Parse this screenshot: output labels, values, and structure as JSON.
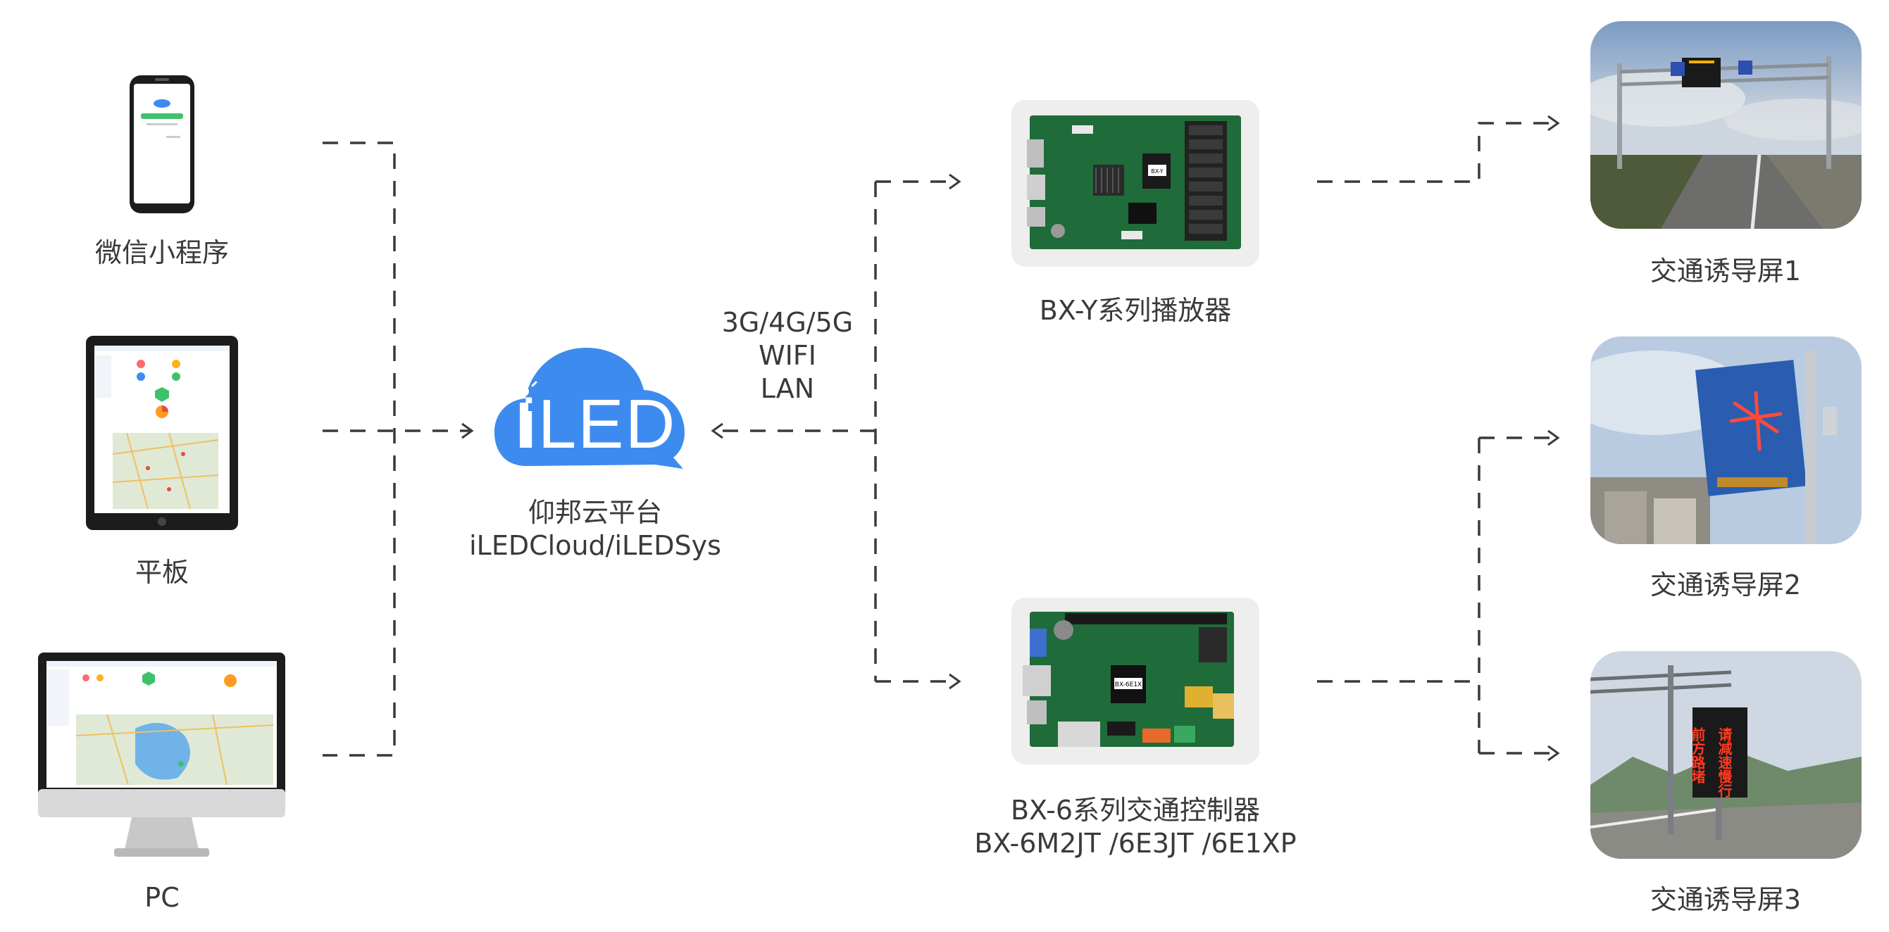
{
  "colors": {
    "accent": "#3d8bef",
    "line": "#3a3a3a",
    "board_green": "#1f6b3a",
    "led_red": "#ff3b1f"
  },
  "clients": [
    {
      "id": "phone",
      "label": "微信小程序",
      "icon": "phone-icon"
    },
    {
      "id": "tablet",
      "label": "平板",
      "icon": "tablet-icon"
    },
    {
      "id": "pc",
      "label": "PC",
      "icon": "monitor-icon"
    }
  ],
  "cloud": {
    "logo_text": "iLED",
    "label_line1": "仰邦云平台",
    "label_line2": "iLEDCloud/iLEDSys"
  },
  "network": {
    "line1": "3G/4G/5G",
    "line2": "WIFI",
    "line3": "LAN"
  },
  "controllers": [
    {
      "id": "bx-y",
      "label_line1": "BX-Y系列播放器",
      "label_line2": "",
      "board_text": "BX-Y"
    },
    {
      "id": "bx-6",
      "label_line1": "BX-6系列交通控制器",
      "label_line2": "BX-6M2JT /6E3JT /6E1XP",
      "board_text": "BX-6E1X"
    }
  ],
  "screens": [
    {
      "id": "screen1",
      "label": "交通诱导屏1"
    },
    {
      "id": "screen2",
      "label": "交通诱导屏2"
    },
    {
      "id": "screen3",
      "label": "交通诱导屏3",
      "sign_text": [
        "前方路堵",
        "请减速慢行"
      ]
    }
  ]
}
